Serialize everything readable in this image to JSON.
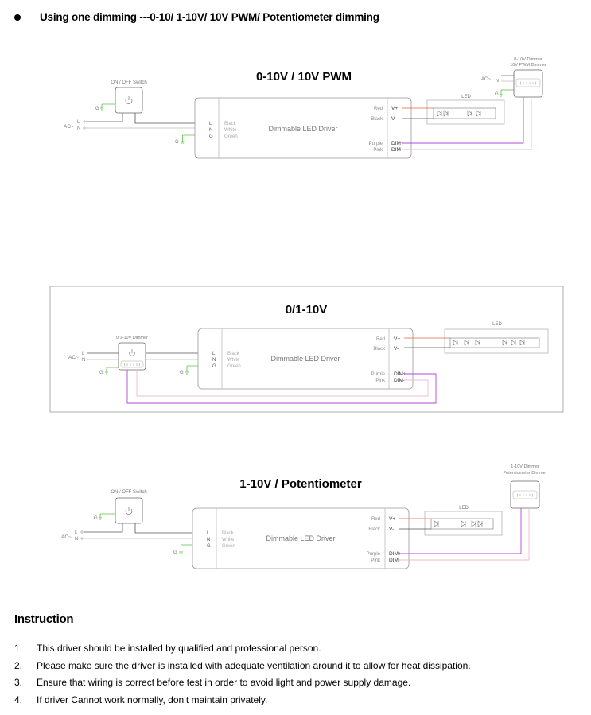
{
  "heading": "Using one dimming ---0-10/ 1-10V/ 10V PWM/ Potentiometer dimming",
  "common": {
    "ac": "AC~",
    "l": "L",
    "n": "N",
    "g": "G",
    "input_pins": [
      "L",
      "N",
      "G"
    ],
    "input_wires": [
      "Black",
      "White",
      "Green"
    ],
    "driver_label": "Dimmable LED Driver",
    "out_colors": [
      "Red",
      "Black"
    ],
    "out_pins": [
      "V+",
      "V-"
    ],
    "dim_colors": [
      "Purple",
      "Pink"
    ],
    "dim_pins": [
      "DIM+",
      "DIM-"
    ],
    "led_label": "LED",
    "switch_label": "ON / OFF Switch",
    "dots": "⟨ ○ ○ ○ ○ ⟩"
  },
  "diagram1": {
    "title": "0-10V / 10V PWM",
    "dimmer_label_1": "0-10V Dimmer",
    "dimmer_label_2": "10V PWM Dimmer"
  },
  "diagram2": {
    "title": "0/1-10V",
    "dimmer_label": "0/1-10V Dimmer"
  },
  "diagram3": {
    "title": "1-10V / Potentiometer",
    "dimmer_label_1": "1-10V Dimmer",
    "dimmer_label_2": "Potentiometer Dimmer"
  },
  "instruction": {
    "title": "Instruction",
    "items": [
      {
        "num": "1.",
        "text": "This driver should be installed by qualified and professional person."
      },
      {
        "num": "2.",
        "text": "Please make sure the driver is installed with adequate ventilation around it to allow for heat dissipation."
      },
      {
        "num": "3.",
        "text": "Ensure that wiring is correct before test in order to avoid light and power supply damage."
      },
      {
        "num": "4.",
        "text": "If driver Cannot work normally, don’t maintain privately."
      }
    ]
  },
  "colors": {
    "purple": "#b04ad8",
    "pink": "#f2b8d6",
    "red": "#e06040",
    "green": "#58c040",
    "wire": "#555555",
    "box": "#999999"
  }
}
